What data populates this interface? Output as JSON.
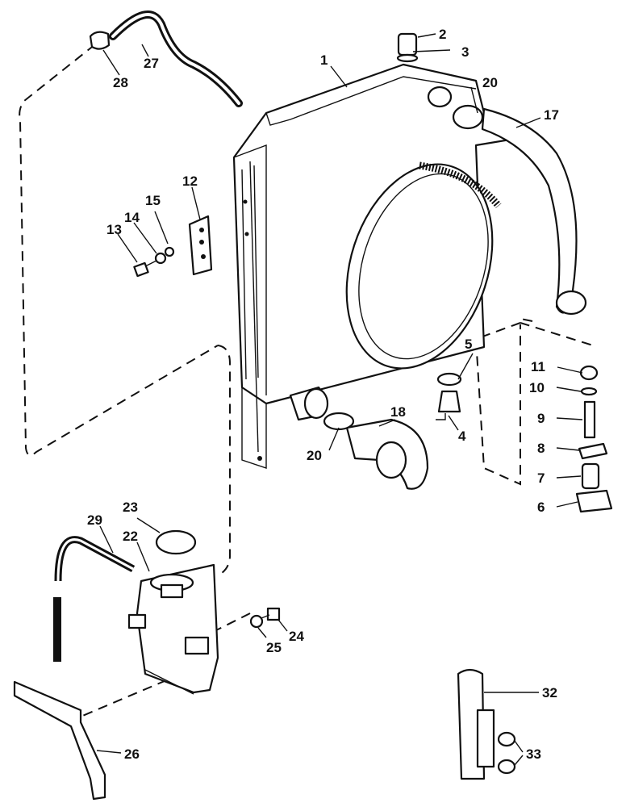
{
  "callouts": {
    "c1": "1",
    "c2": "2",
    "c3": "3",
    "c4": "4",
    "c5": "5",
    "c6": "6",
    "c7": "7",
    "c8": "8",
    "c9": "9",
    "c10": "10",
    "c11": "11",
    "c12": "12",
    "c13": "13",
    "c14": "14",
    "c15": "15",
    "c17": "17",
    "c18": "18",
    "c20a": "20",
    "c20b": "20",
    "c22": "22",
    "c23": "23",
    "c24": "24",
    "c25": "25",
    "c26": "26",
    "c27": "27",
    "c28": "28",
    "c29": "29",
    "c32": "32",
    "c33": "33"
  },
  "colors": {
    "line": "#111111",
    "background": "#ffffff"
  }
}
